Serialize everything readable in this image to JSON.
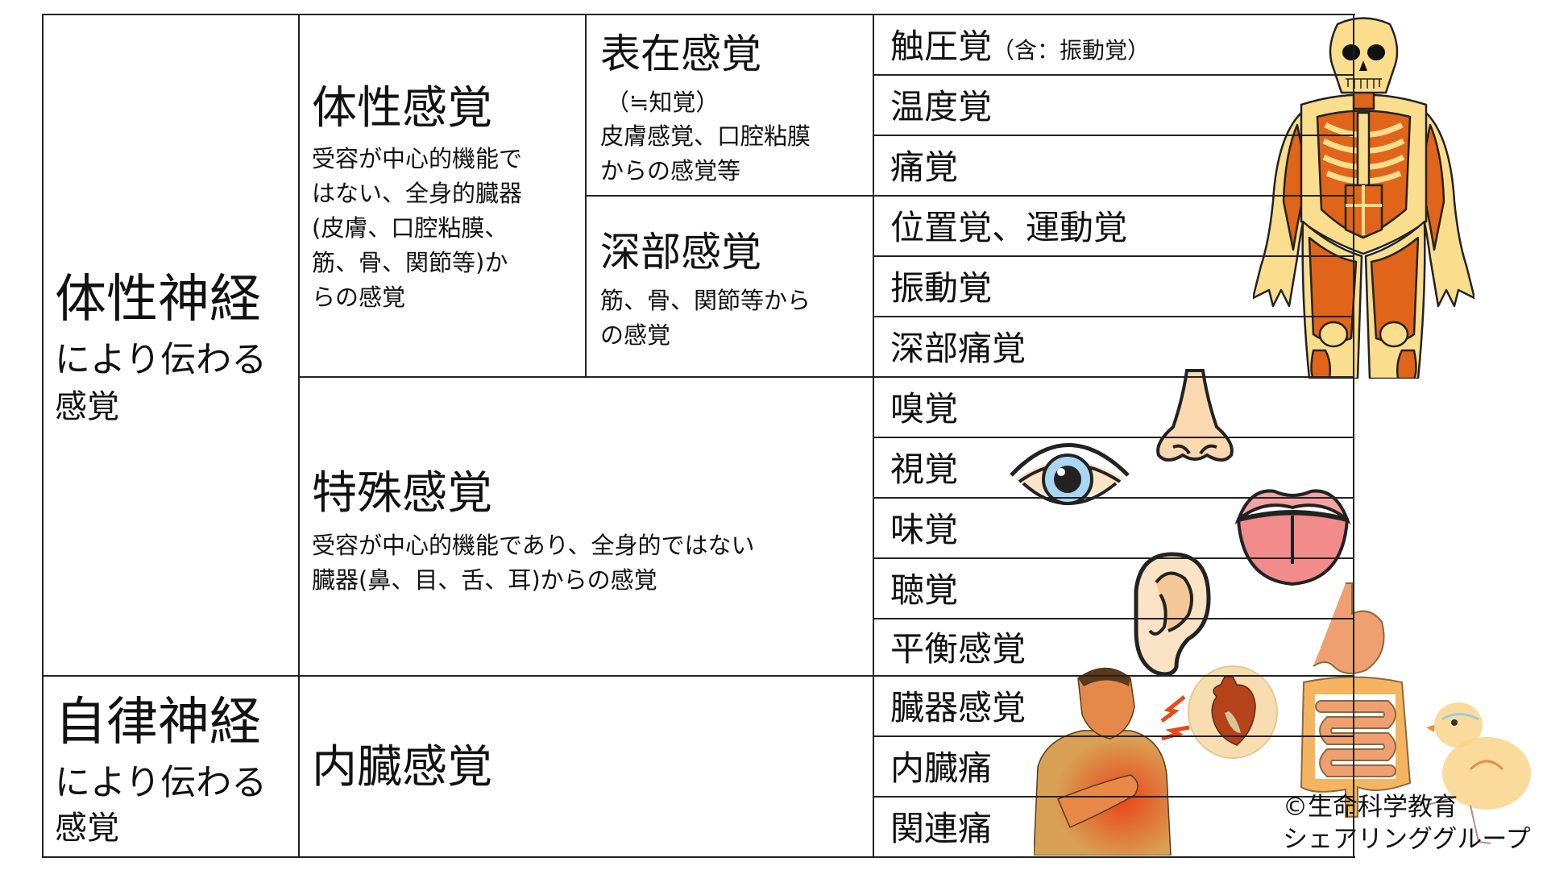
{
  "categories": [
    {
      "nerve_title": "体性神経",
      "nerve_sub": "により伝わる",
      "nerve_sub2": "感覚",
      "groups": [
        {
          "title": "体性感覚",
          "desc_lines": [
            "受容が中心的機能で",
            "はない、全身的臓器",
            "(皮膚、口腔粘膜、",
            "筋、骨、関節等)か",
            "らの感覚"
          ],
          "subgroups": [
            {
              "title": "表在感覚",
              "note": "（≒知覚）",
              "desc_lines": [
                "皮膚感覚、口腔粘膜",
                "からの感覚等"
              ],
              "rows": [
                {
                  "label": "触圧覚",
                  "note": "（含：振動覚）"
                },
                {
                  "label": "温度覚"
                },
                {
                  "label": "痛覚"
                }
              ]
            },
            {
              "title": "深部感覚",
              "desc_lines": [
                "筋、骨、関節等から",
                "の感覚"
              ],
              "rows": [
                {
                  "label": "位置覚、運動覚"
                },
                {
                  "label": "振動覚"
                },
                {
                  "label": "深部痛覚"
                }
              ]
            }
          ]
        },
        {
          "title": "特殊感覚",
          "desc_lines": [
            "受容が中心的機能であり、全身的ではない",
            "臓器(鼻、目、舌、耳)からの感覚"
          ],
          "rows": [
            {
              "label": "嗅覚"
            },
            {
              "label": "視覚"
            },
            {
              "label": "味覚"
            },
            {
              "label": "聴覚"
            },
            {
              "label": "平衡感覚"
            }
          ]
        }
      ]
    },
    {
      "nerve_title": "自律神経",
      "nerve_sub": "により伝わる",
      "nerve_sub2": "感覚",
      "groups": [
        {
          "title": "内臓感覚",
          "rows": [
            {
              "label": "臓器感覚"
            },
            {
              "label": "内臓痛"
            },
            {
              "label": "関連痛"
            }
          ]
        }
      ]
    }
  ],
  "illustrations": {
    "skeleton": "skeleton-muscle-figure",
    "nose": "nose-icon",
    "eye": "eye-icon",
    "tongue": "tongue-icon",
    "ear": "ear-icon",
    "man": "chest-pain-man",
    "heart": "heart-icon",
    "intestines": "digestive-tract",
    "chick": "chick-mascot"
  },
  "copyright": {
    "line1": "©生命科学教育",
    "line2": "シェアリンググループ"
  },
  "colors": {
    "border": "#222222",
    "muscle": "#E0641A",
    "bone": "#FBDD8E",
    "skin": "#FAD9B0",
    "iris": "#A9D6F2",
    "tongue": "#F28B8B",
    "gut_small": "#F0A070",
    "gut_large": "#F5B560"
  }
}
